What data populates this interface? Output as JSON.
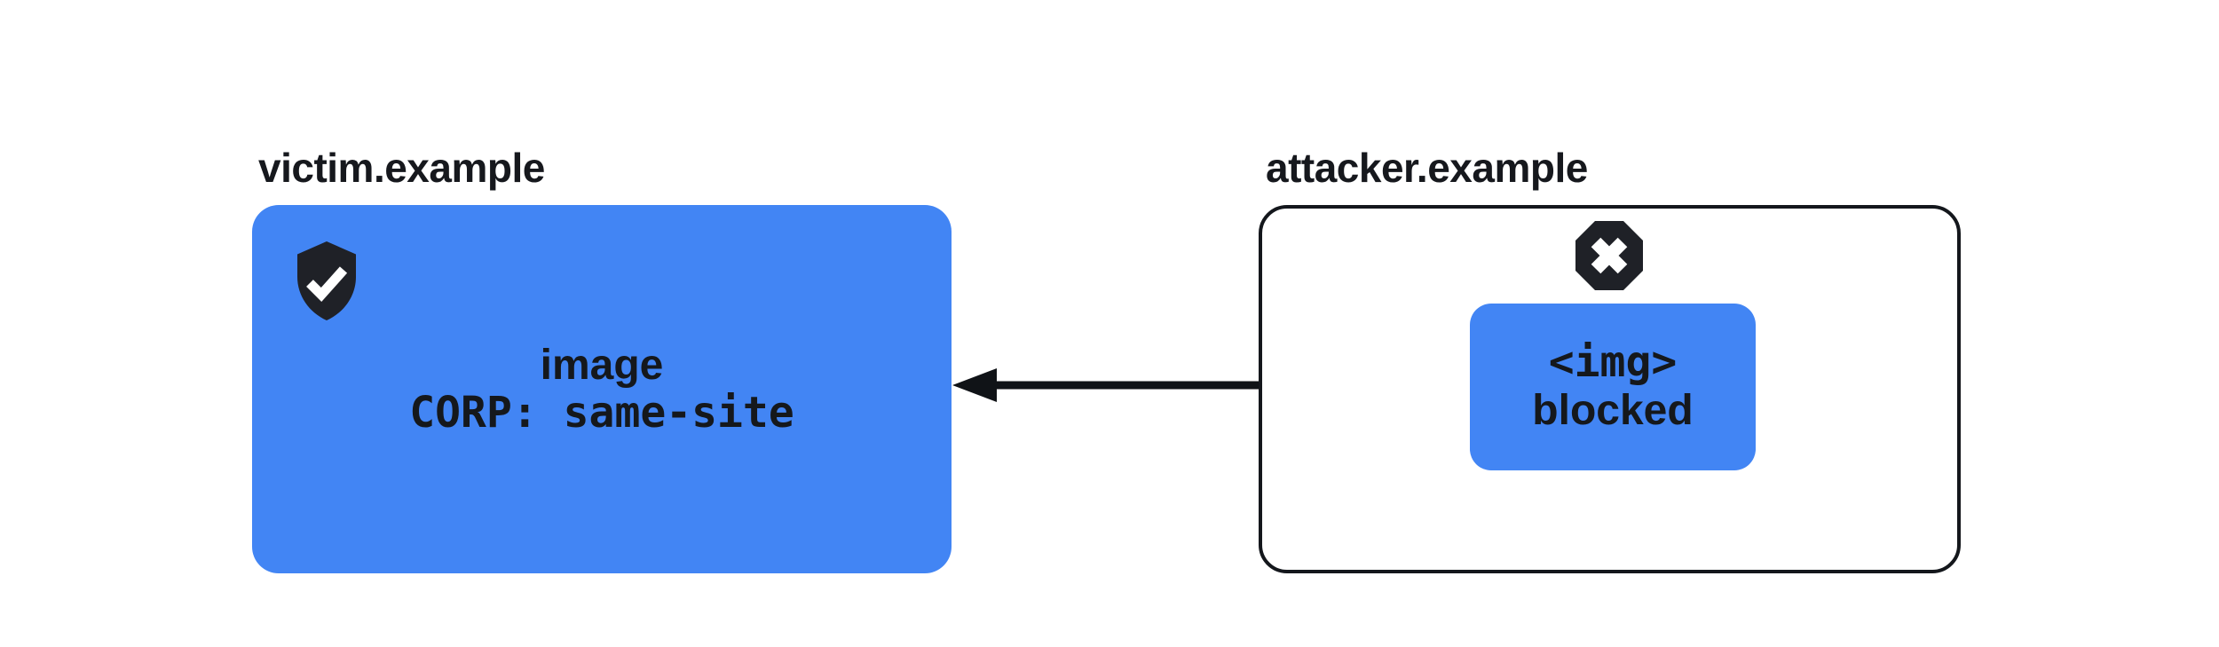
{
  "diagram": {
    "background": "#ffffff",
    "accent_blue": "#4285f4",
    "ink": "#15181c",
    "type": "CORP same-site blocking diagram"
  },
  "victim": {
    "domain": "victim.example",
    "icon": "shield-check-icon",
    "resource_line1": "image",
    "resource_line2": "CORP: same-site"
  },
  "attacker": {
    "domain": "attacker.example",
    "icon": "blocked-x-octagon-icon",
    "request_line1": "<img>",
    "request_line2": "blocked"
  },
  "arrow": {
    "direction": "right-to-left"
  }
}
